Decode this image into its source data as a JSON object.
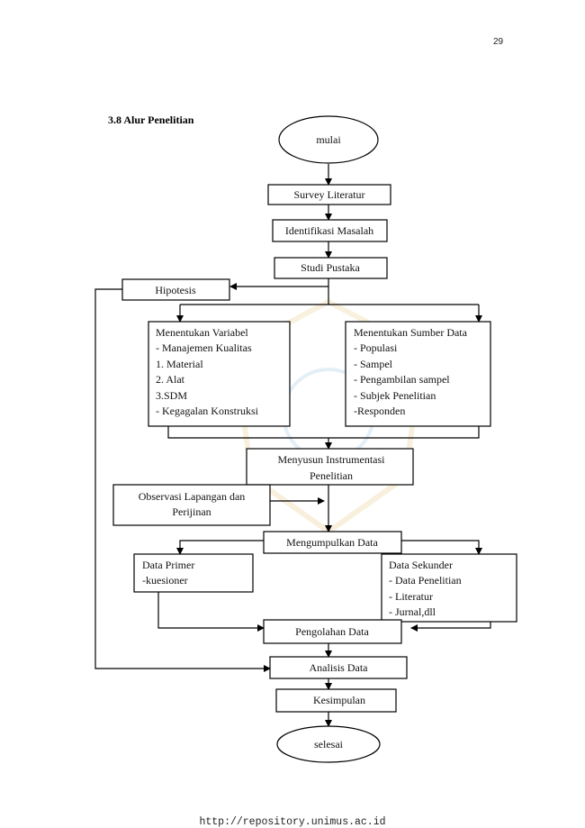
{
  "page_number": "29",
  "heading": "3.8 Alur Penelitian",
  "footer_url": "http://repository.unimus.ac.id",
  "flowchart": {
    "start": "mulai",
    "survey": "Survey Literatur",
    "identifikasi": "Identifikasi Masalah",
    "studi": "Studi Pustaka",
    "hipotesis": "Hipotesis",
    "variabel": [
      "Menentukan Variabel",
      "- Manajemen Kualitas",
      "1. Material",
      "2. Alat",
      "3.SDM",
      "- Kegagalan Konstruksi"
    ],
    "sumber": [
      "Menentukan Sumber Data",
      "- Populasi",
      "- Sampel",
      "- Pengambilan sampel",
      "- Subjek Penelitian",
      "-Responden"
    ],
    "instrumen": [
      "Menyusun Instrumentasi",
      "Penelitian"
    ],
    "observasi": [
      "Observasi Lapangan dan",
      "Perijinan"
    ],
    "mengumpulkan": "Mengumpulkan Data",
    "primer": [
      "Data Primer",
      "-kuesioner"
    ],
    "sekunder": [
      "Data Sekunder",
      "- Data Penelitian",
      "- Literatur",
      "- Jurnal,dll"
    ],
    "pengolahan": "Pengolahan Data",
    "analisis": "Analisis Data",
    "kesimpulan": "Kesimpulan",
    "end": "selesai"
  }
}
